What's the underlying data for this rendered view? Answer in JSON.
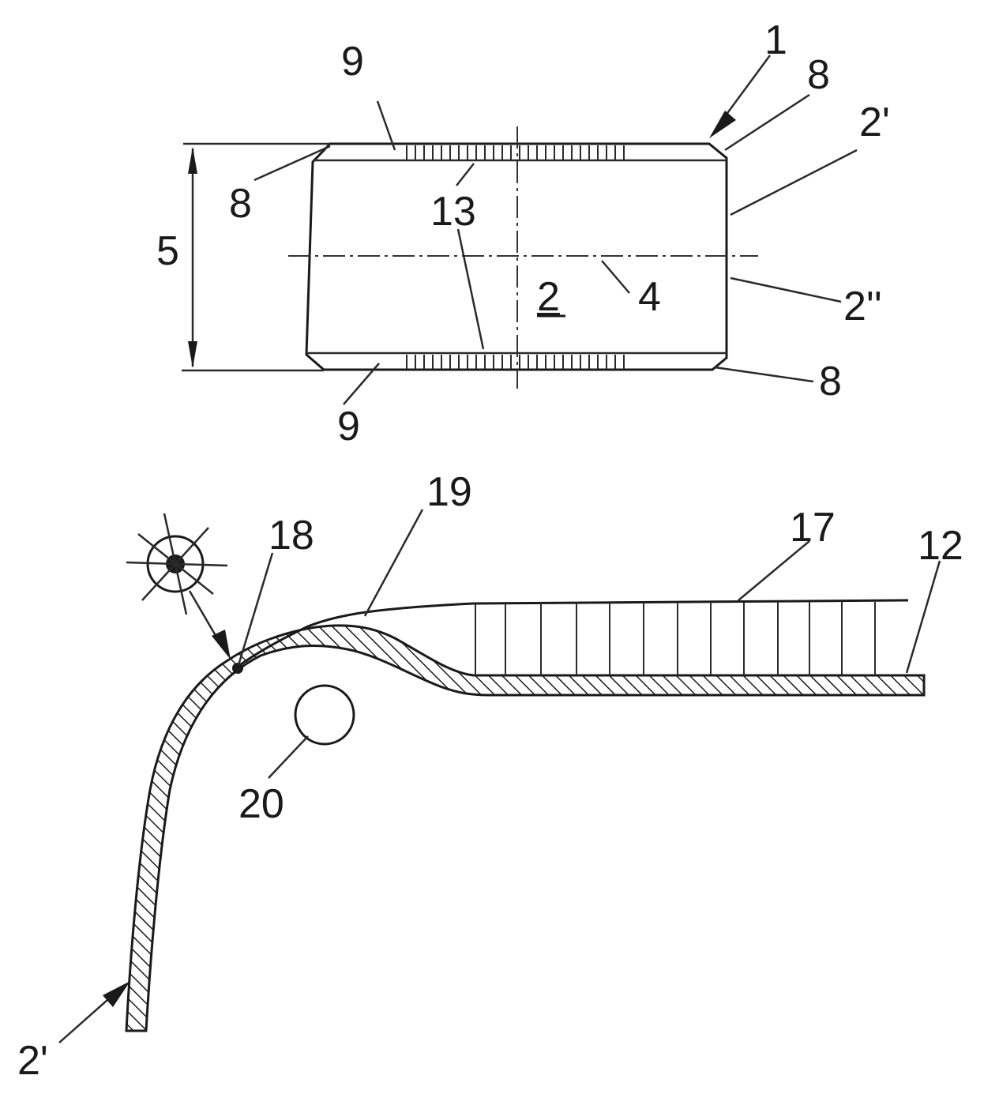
{
  "labels": {
    "upper": {
      "ref_1": "1",
      "ref_8_top_right": "8",
      "ref_8_top_left": "8",
      "ref_8_bottom_right": "8",
      "ref_9_top": "9",
      "ref_9_bottom": "9",
      "ref_13": "13",
      "ref_5": "5",
      "ref_2": "2",
      "ref_4": "4",
      "ref_2_prime": "2'",
      "ref_2_double_prime": "2''"
    },
    "lower": {
      "ref_19": "19",
      "ref_18": "18",
      "ref_17": "17",
      "ref_12": "12",
      "ref_20": "20",
      "ref_2_prime": "2'"
    }
  },
  "icons": {
    "light_source": "sun-burst-icon"
  },
  "colors": {
    "ink": "#1a1a1a",
    "paper": "#ffffff"
  }
}
